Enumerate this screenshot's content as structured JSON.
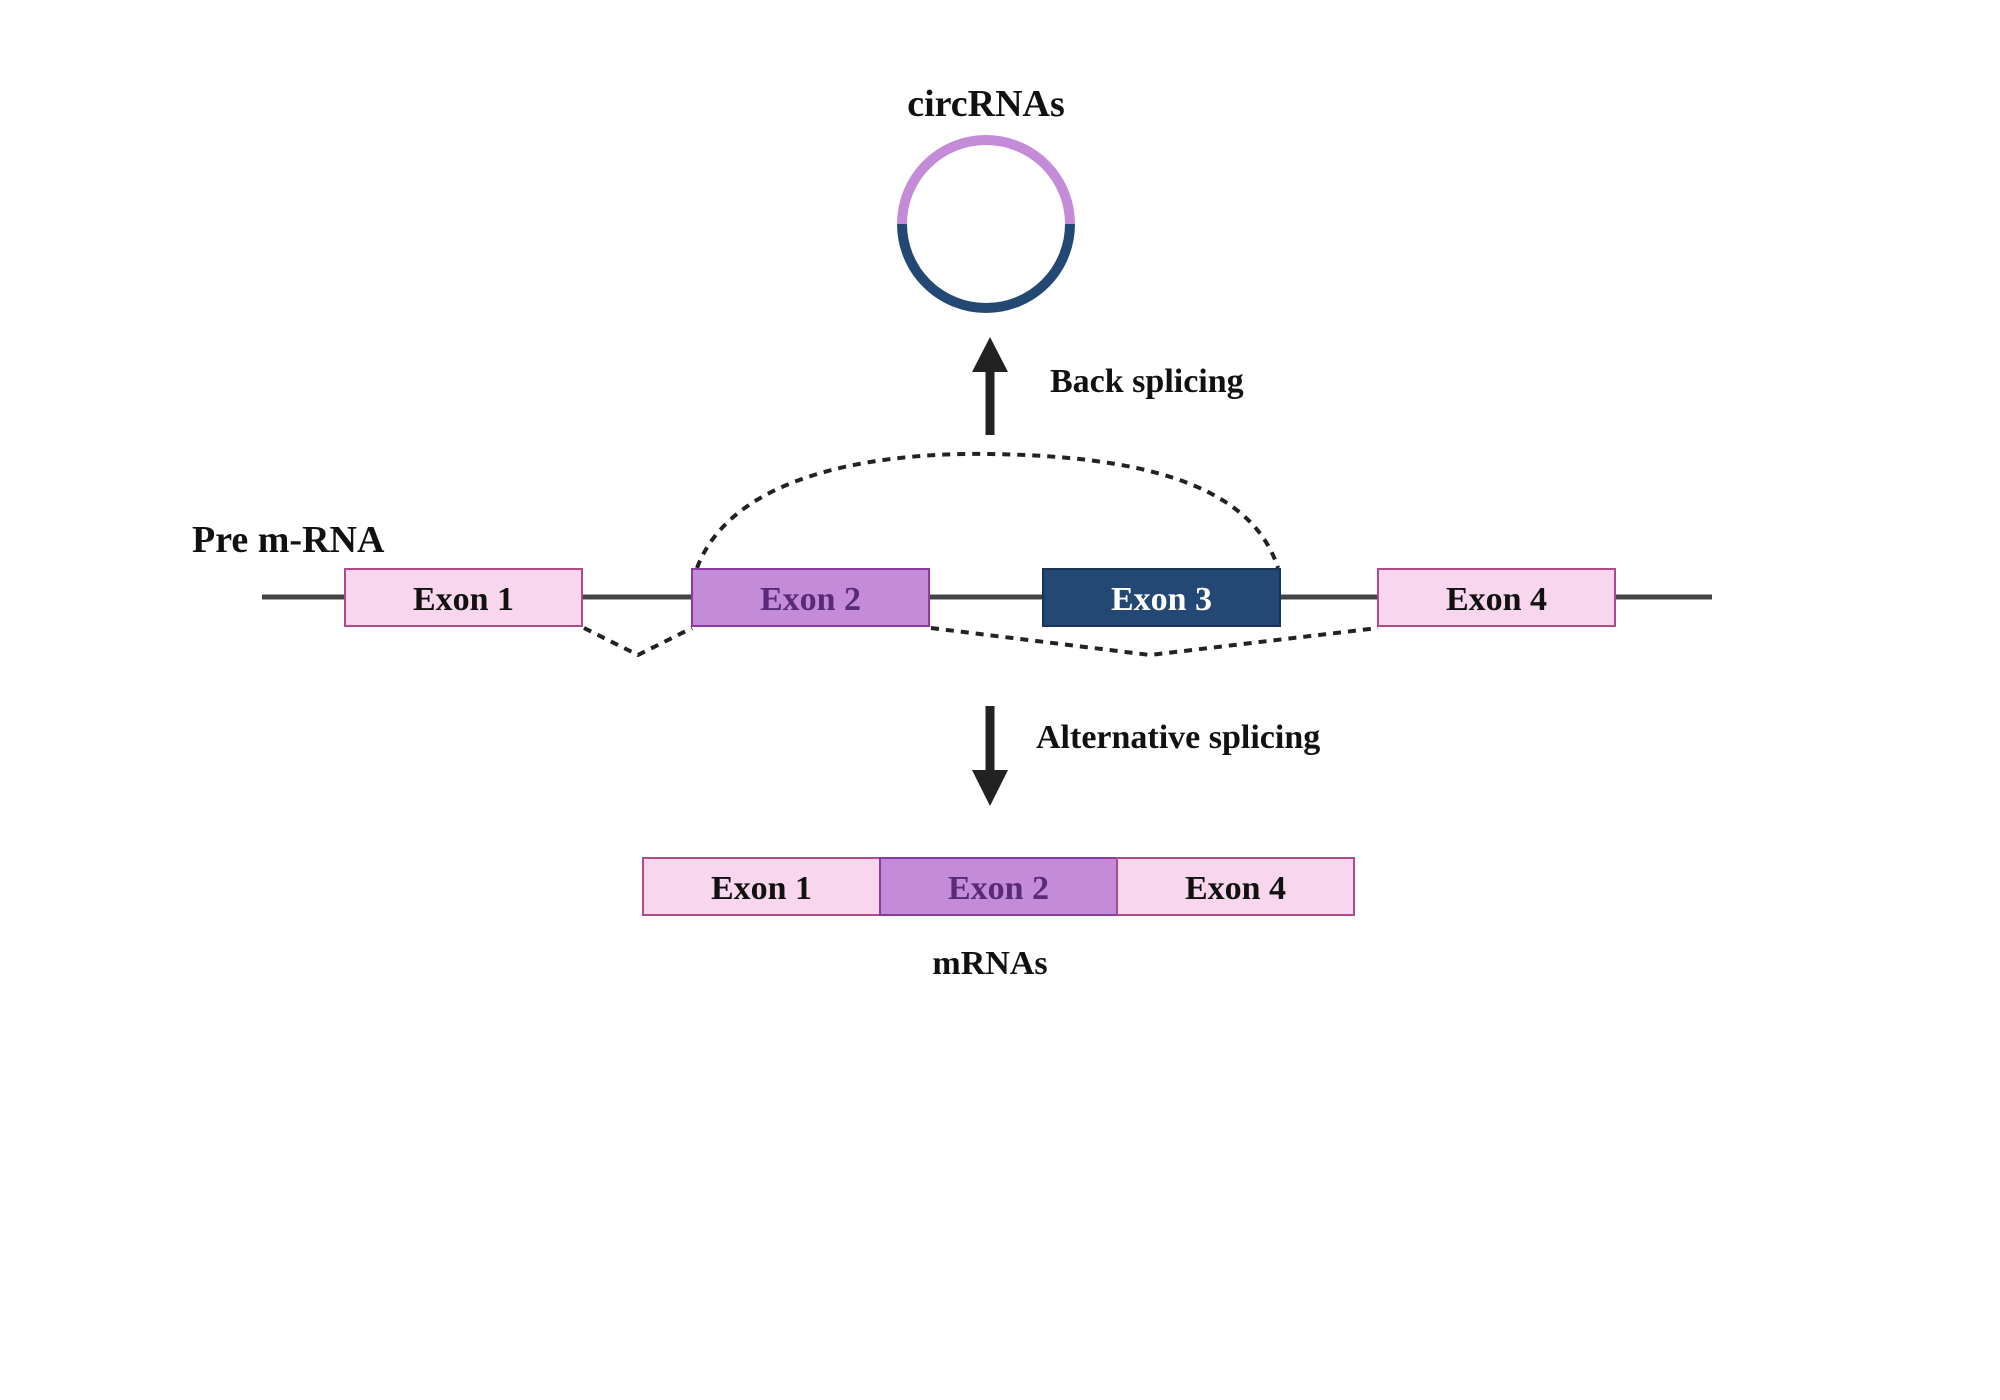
{
  "colors": {
    "exon_light": "#f7d6ee",
    "exon_light_border": "#b04a8a",
    "exon_medium": "#c48bd8",
    "exon_medium_border": "#8a3aa0",
    "exon_medium_text": "#5a2a7a",
    "exon_dark": "#244874",
    "exon_dark_border": "#1a3356",
    "text_dark": "#111111",
    "text_light": "#ffffff",
    "circle_top": "#c48bd8",
    "circle_bottom": "#244874",
    "line": "#444444",
    "arrow": "#222222"
  },
  "labels": {
    "circrnas": "circRNAs",
    "back_splicing": "Back splicing",
    "pre_mrna": "Pre m-RNA",
    "alternative_splicing": "Alternative splicing",
    "mrnas": "mRNAs"
  },
  "pre_mrna_exons": [
    {
      "label": "Exon 1",
      "style": "light"
    },
    {
      "label": "Exon 2",
      "style": "medium"
    },
    {
      "label": "Exon 3",
      "style": "dark"
    },
    {
      "label": "Exon 4",
      "style": "light"
    }
  ],
  "mrna_exons": [
    {
      "label": "Exon 1",
      "style": "light"
    },
    {
      "label": "Exon 2",
      "style": "medium"
    },
    {
      "label": "Exon 4",
      "style": "light"
    }
  ]
}
